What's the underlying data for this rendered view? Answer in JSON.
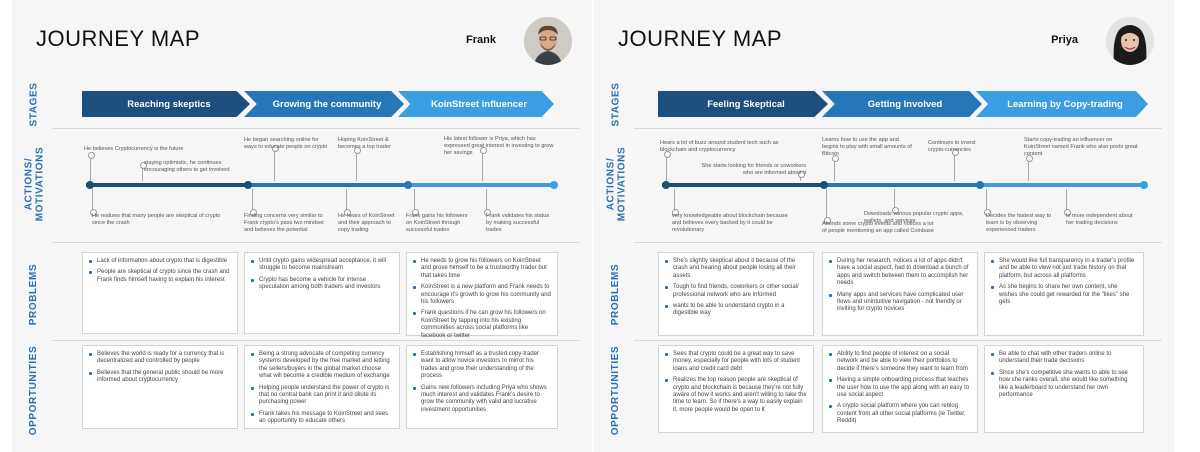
{
  "boards": [
    {
      "title": "JOURNEY MAP",
      "person": "Frank",
      "row_labels": [
        "STAGES",
        "ACTIONS/\nMOTIVATIONS",
        "PROBLEMS",
        "OPPORTUNITIES"
      ],
      "stages": [
        "Reaching skeptics",
        "Growing the community",
        "KoinStreet influencer"
      ],
      "actions_top": [
        "He believes Cryptocurrency is the future",
        "staying optimistic, he continues encouraging others to get involved",
        "He began searching online for ways to educate people on crypto",
        "Hoping KoinStreet & becomes a top trader",
        "His latest follower is Priya, which has expressed great interest in investing to grow her savings"
      ],
      "actions_bottom": [
        "He realizes that many people are skeptical of crypto since the crash",
        "Finding concerns very similar to Frank crypto's pass two mindset and believes the potential",
        "He hears of KoinStreet and their approach to copy trading",
        "Frank gains his followers on KoinStreet through successful trades",
        "Frank validates his status by making successful trades"
      ],
      "problems": [
        [
          "Lack of information about crypto that is digestible",
          "People are skeptical of crypto since the crash and Frank finds himself having to explain his interest"
        ],
        [
          "Until crypto gains widespread acceptance, it will struggle to become mainstream",
          "Crypto has become a vehicle for intense speculation among both traders and investors"
        ],
        [
          "He needs to grow his followers on KoinStreet and prove himself to be a trustworthy trader but that takes time",
          "KoinStreet is a new platform and Frank needs to encourage it's growth to grow his community and his followers",
          "Frank questions if he can grow his followers on KoinStreet by tapping into his existing communities across social platforms like facebook or twitter"
        ]
      ],
      "opportunities": [
        [
          "Believes the world is ready for a currency that is decentralized and controlled by people",
          "Believes that the general public should be more informed about cryptocurrency"
        ],
        [
          "Being a strong advocate of competing currency systems developed by the free market and letting the sellers/buyers in the global market choose what will become a credible medium of exchange",
          "Helping people understand the power of crypto is that no central bank can print it and dilute its purchasing power",
          "Frank takes his message to KoinStreet and sees an opportunity to educate others"
        ],
        [
          "Establishing himself as a trusted copy-trader want to allow novice investors to mirror his trades and grow their understanding of the process",
          "Gains new followers including Priya who shows much interest and validates Frank's desire to grow the community with valid and lucrative investment opportunities"
        ]
      ]
    },
    {
      "title": "JOURNEY MAP",
      "person": "Priya",
      "row_labels": [
        "STAGES",
        "ACTIONS/\nMOTIVATIONS",
        "PROBLEMS",
        "OPPORTUNITIES"
      ],
      "stages": [
        "Feeling Skeptical",
        "Getting Involved",
        "Learning by Copy-trading"
      ],
      "actions_top": [
        "Hears a lot of buzz around student tech such as blockchain and cryptocurrency",
        "She starts looking for friends or coworkers who are informed about it",
        "Learns how to use the app and begins to play with small amounts of Bitcoin",
        "Continues to invest crypto-currencies",
        "Starts copy-trading an influencer on KoinStreet named Frank who also posts great content"
      ],
      "actions_bottom": [
        "very knowledgeable about blockchain because and believes every backed by it could be revolutionary",
        "Attends some crypto events and notices a lot of people mentioning an app called Coinbase",
        "Downloads various popular crypto apps, wallets, and services",
        "Decides the fastest way to learn is by observing experienced traders",
        "Is more independent about her trading decisions"
      ],
      "problems": [
        [
          "She's slightly skeptical about it because of the crash and hearing about people losing all their assets",
          "Tough to find friends, coworkers or other social/ professional network who are informed",
          "wants to be able to understand crypto in a digestible way"
        ],
        [
          "During her research, notices a lot of apps didn't have a social aspect, had to download a bunch of apps and switch between them to accomplish her needs",
          "Many apps and services have complicated user flows and unintuitive navigation - not friendly or inviting for crypto novices"
        ],
        [
          "She would like full transparency in a trader's profile and be able to view not just trade history on that platform, but across all platforms",
          "As she begins to share her own content, she wishes she could get rewarded for the \"likes\" she gets"
        ]
      ],
      "opportunities": [
        [
          "Sees that crypto could be a great way to save money, especially for people with lots of student loans and credit card debt",
          "Realizes the top reason people are skeptical of crypto and blockchain is because they're not fully aware of how it works and aren't willing to take the time to learn. So if there's a way to easily explain it, more people would be open to it"
        ],
        [
          "Ability to find people of interest on a social network and be able to view their portfolios to decide if there's someone they want to learn from",
          "Having a simple onboarding process that teaches the user how to use the app along with an easy to use social aspect",
          "A crypto social platform where you can reblog content from all other social platforms (ie Twitter, Reddit)"
        ],
        [
          "Be able to chat with other traders online to understand their trade decisions",
          "Since she's competitive she wants to able to see how she ranks overall, she would like something like a leaderboard to understand her own performance"
        ]
      ]
    }
  ]
}
